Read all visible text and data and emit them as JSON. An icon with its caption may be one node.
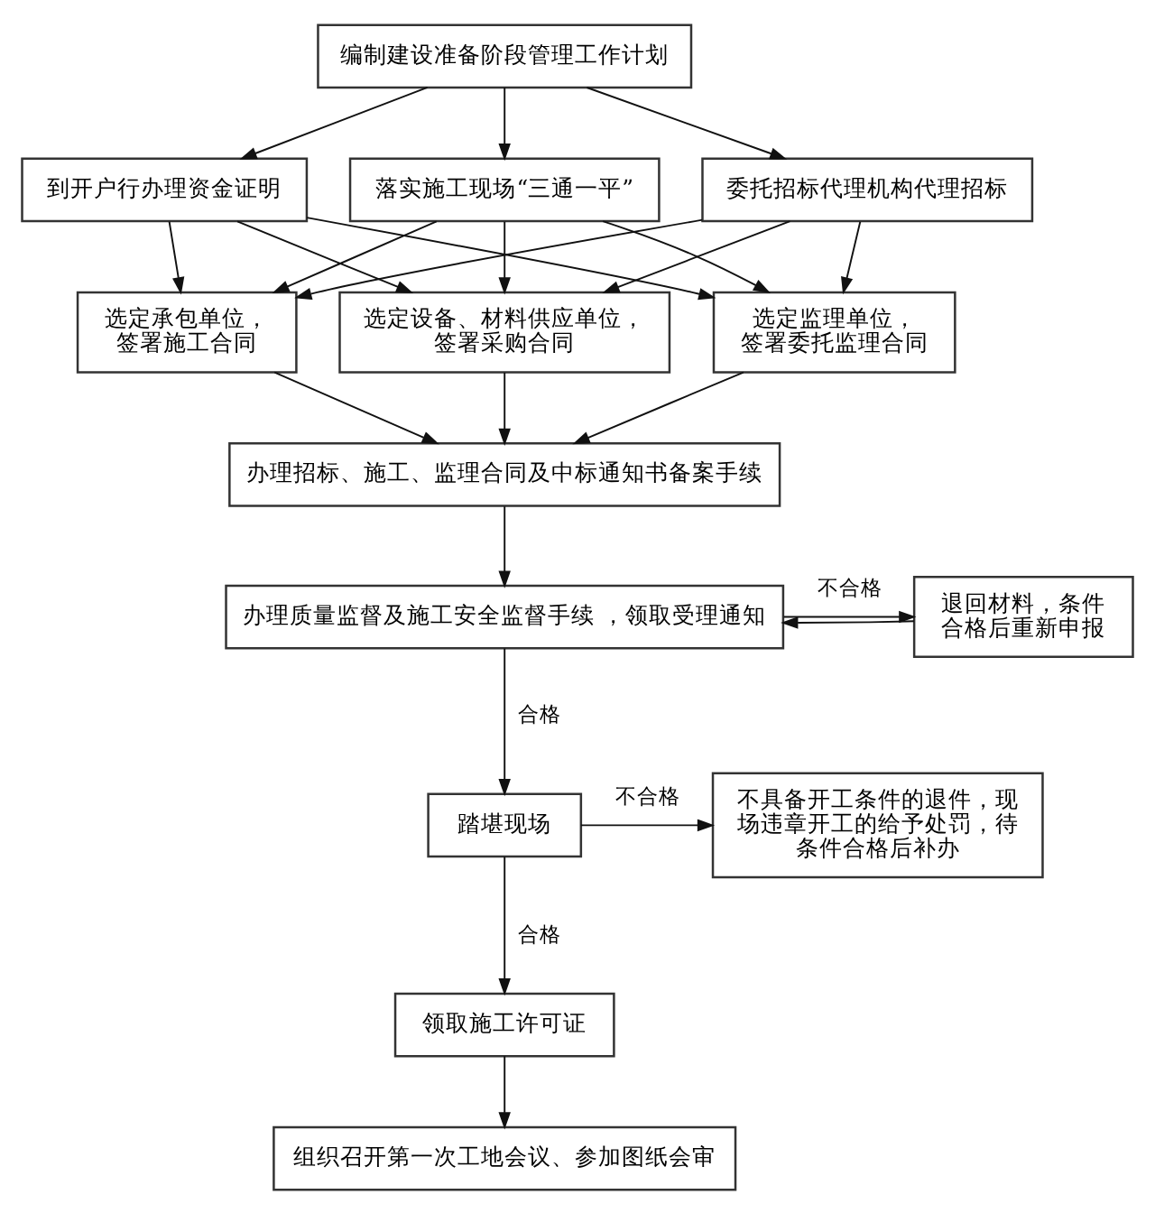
{
  "diagram": {
    "nodes": [
      {
        "text": [
          "编制建设准备阶段管理工作计划"
        ]
      },
      {
        "text": [
          "到开户行办理资金证明"
        ]
      },
      {
        "text": [
          "落实施工现场“三通一平”"
        ]
      },
      {
        "text": [
          "委托招标代理机构代理招标"
        ]
      },
      {
        "text": [
          "选定承包单位，签署施工合同"
        ]
      },
      {
        "text": [
          "选定设备、材料供应单位，签署采购合同"
        ]
      },
      {
        "text": [
          "选定监理单位，签署委托监理合同"
        ]
      },
      {
        "text": [
          "办理招标、施工、监理合同及中标通知书备案手续"
        ]
      },
      {
        "text": [
          "办理质量监督及施工安全监督手续 ，领取受理通知"
        ]
      },
      {
        "text": [
          "退回材料，条件合格后重新申报"
        ]
      },
      {
        "text": [
          "踏堪现场"
        ]
      },
      {
        "text": [
          "不具备开工条件的退件，现场违章开工的给予处罚，待条件合格后补办"
        ]
      },
      {
        "text": [
          "领取施工许可证"
        ]
      },
      {
        "text": [
          "组织召开第一次工地会议、参加图纸会审"
        ]
      }
    ],
    "edges": [
      {
        "from": 0,
        "to": 1,
        "arrow": "to"
      },
      {
        "from": 0,
        "to": 2,
        "arrow": "to"
      },
      {
        "from": 0,
        "to": 3,
        "arrow": "to"
      },
      {
        "from": 1,
        "to": 4,
        "arrow": "to"
      },
      {
        "from": 1,
        "to": 5,
        "arrow": "to"
      },
      {
        "from": 1,
        "to": 6,
        "arrow": "to"
      },
      {
        "from": 2,
        "to": 4,
        "arrow": "to"
      },
      {
        "from": 2,
        "to": 5,
        "arrow": "to"
      },
      {
        "from": 2,
        "to": 6,
        "arrow": "to"
      },
      {
        "from": 3,
        "to": 4,
        "arrow": "to"
      },
      {
        "from": 3,
        "to": 5,
        "arrow": "to"
      },
      {
        "from": 3,
        "to": 6,
        "arrow": "to"
      },
      {
        "from": 4,
        "to": 7,
        "arrow": "to"
      },
      {
        "from": 5,
        "to": 7,
        "arrow": "to"
      },
      {
        "from": 6,
        "to": 7,
        "arrow": "to"
      },
      {
        "from": 7,
        "to": 8,
        "arrow": "to"
      },
      {
        "from": 8,
        "to": 9,
        "arrow": "to",
        "label": "不合格"
      },
      {
        "from": 9,
        "to": 8,
        "arrow": "to"
      },
      {
        "from": 8,
        "to": 10,
        "arrow": "to",
        "label": "合格"
      },
      {
        "from": 10,
        "to": 11,
        "arrow": "to",
        "label": "不合格"
      },
      {
        "from": 10,
        "to": 12,
        "arrow": "to",
        "label": "合格"
      },
      {
        "from": 12,
        "to": 13,
        "arrow": "to"
      }
    ]
  }
}
